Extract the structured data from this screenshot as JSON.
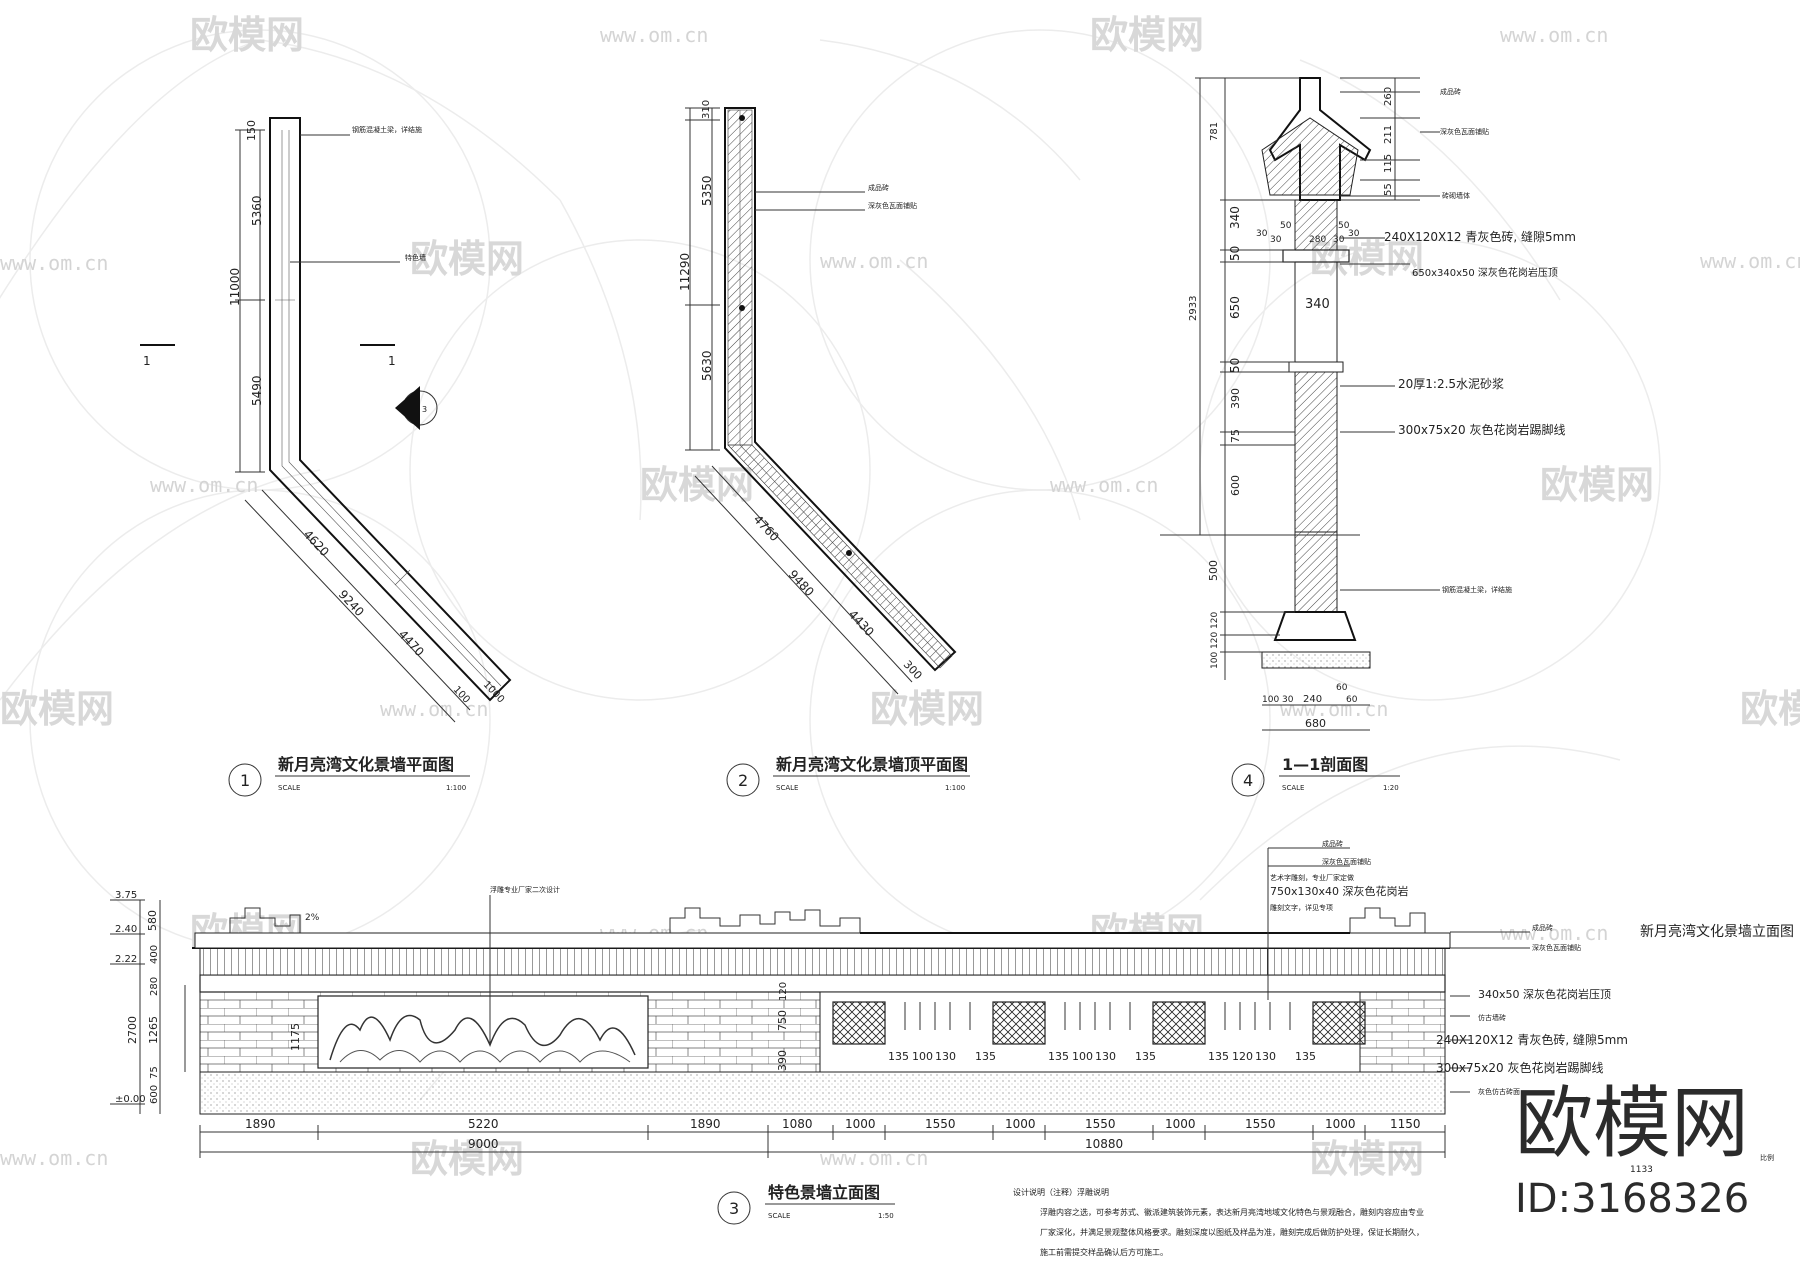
{
  "watermarks": {
    "brand": "欧模网",
    "url": "www.om.cn",
    "big_brand": "欧模网",
    "id_text": "ID:3168326"
  },
  "drawing1": {
    "number": "1",
    "title": "新月亮湾文化景墙平面图",
    "scale_label": "SCALE",
    "scale_value": "1:100",
    "section_mark": "1",
    "direction_mark": "3",
    "dims": [
      "150",
      "5360",
      "11000",
      "5490",
      "4620",
      "9240",
      "4470",
      "100",
      "1000"
    ],
    "notes": [
      "钢筋混凝土梁，详结施",
      "特色墙"
    ]
  },
  "drawing2": {
    "number": "2",
    "title": "新月亮湾文化景墙顶平面图",
    "scale_label": "SCALE",
    "scale_value": "1:100",
    "dims": [
      "310",
      "5350",
      "11290",
      "5630",
      "4760",
      "9480",
      "4430",
      "300"
    ],
    "notes": [
      "成品砖",
      "深灰色瓦面铺贴"
    ]
  },
  "drawing4": {
    "number": "4",
    "title": "1—1剖面图",
    "scale_label": "SCALE",
    "scale_value": "1:20",
    "left_dims": [
      "781",
      "340",
      "50",
      "2933",
      "650",
      "50",
      "390",
      "75",
      "600",
      "500",
      "120",
      "120",
      "100"
    ],
    "right_dims": [
      "260",
      "211",
      "115",
      "55"
    ],
    "bottom_dims": [
      "100",
      "30",
      "240",
      "60",
      "60",
      "680"
    ],
    "top_small_dims": [
      "50",
      "30",
      "30",
      "280",
      "30",
      "30",
      "50"
    ],
    "notes": [
      "成品砖",
      "深灰色瓦面铺贴",
      "砖砌墙体",
      "240X120X12 青灰色砖, 缝隙5mm",
      "650x340x50 深灰色花岗岩压顶",
      "340",
      "20厚1:2.5水泥砂浆",
      "300x75x20 灰色花岗岩踢脚线",
      "钢筋混凝土梁，详结施"
    ]
  },
  "drawing3": {
    "number": "3",
    "title": "特色景墙立面图",
    "scale_label": "SCALE",
    "scale_value": "1:50",
    "left_levels": [
      "3.75",
      "2.40",
      "2.22",
      "±0.00"
    ],
    "left_dims": [
      "580",
      "400",
      "280",
      "2700",
      "1265",
      "600",
      "75",
      "1175"
    ],
    "mid_dims": [
      "750",
      "390",
      "120"
    ],
    "bottom_dims_row1": [
      "1890",
      "5220",
      "1890",
      "1080",
      "1000",
      "1550",
      "1000",
      "1550",
      "1000",
      "1550",
      "1000",
      "1150"
    ],
    "bottom_dims_row2": [
      "9000",
      "10880"
    ],
    "window_dims": [
      "135",
      "100",
      "130",
      "135",
      "135",
      "100",
      "130",
      "135",
      "135",
      "120",
      "130",
      "135"
    ],
    "slope_label": "2%",
    "notes_top": [
      "成品砖",
      "深灰色瓦面铺贴",
      "艺术字雕刻，专业厂家定做",
      "750x130x40 深灰色花岗岩",
      "雕刻文字，详见专项"
    ],
    "relief_note": "浮雕专业厂家二次设计",
    "notes_right": [
      "成品砖",
      "深灰色瓦面铺贴",
      "340x50 深灰色花岗岩压顶",
      "仿古墙砖",
      "240X120X12 青灰色砖, 缝隙5mm",
      "300x75x20 灰色花岗岩踢脚线",
      "灰色仿古砖面"
    ],
    "right_title": "新月亮湾文化景墙立面图",
    "right_small": [
      "1133",
      "比例"
    ]
  },
  "text_block": {
    "title": "设计说明（注释）浮雕说明",
    "body": "浮雕内容之选，可参考苏式、徽派建筑装饰元素，表达新月亮湾地域文化特色与景观融合，雕刻内容应由专业厂家深化，并满足景观整体风格要求。雕刻深度以图纸及样品为准，雕刻完成后做防护处理，保证长期耐久，施工前需提交样品确认后方可施工。"
  }
}
